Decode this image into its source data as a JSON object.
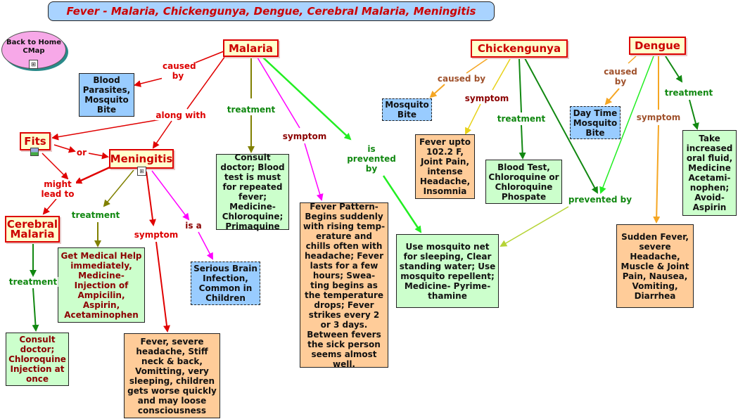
{
  "title": "Fever - Malaria, Chickengunya, Dengue, Cerebral Malaria, Meningitis",
  "home_link": "Back to Home CMap",
  "concepts": {
    "malaria": "Malaria",
    "chickengunya": "Chickengunya",
    "dengue": "Dengue",
    "fits": "Fits",
    "meningitis": "Meningitis",
    "cerebral": "Cerebral Malaria"
  },
  "nodes": {
    "blood_parasites": "Blood Parasites, Mosquito Bite",
    "consult_malaria": "Consult doctor; Blood test is must for repeated fever; Medicine- Chloroquine; Primaquine",
    "fever_pattern": "Fever Pattern- Begins suddenly with rising temp- erature and chills often with headache; Fever lasts for a few hours; Swea- ting begins as the temperature drops; Fever strikes every 2 or 3 days. Between fevers the sick person seems almost well.",
    "mosquito_net": "Use mosquito net for sleeping, Clear standing water; Use mosquito repellent; Medicine- Pyrime- thamine",
    "mosquito_bite": "Mosquito Bite",
    "chik_fever": "Fever upto 102.2 F, Joint Pain, intense Headache, Insomnia",
    "chik_treatment": "Blood Test, Chloroquine or Chloroquine Phospate",
    "day_time": "Day Time Mosquito Bite",
    "dengue_symptom": "Sudden Fever, severe Headache, Muscle & Joint Pain, Nausea, Vomiting, Diarrhea",
    "dengue_treatment": "Take increased oral fluid, Medicine Acetami- nophen; Avoid- Aspirin",
    "meningitis_treatment": "Get Medical Help immediately, Medicine- Injection of Ampicilin, Aspirin, Acetaminophen",
    "meningitis_symptom": "Fever, severe headache, Stiff neck & back, Vomitting, very sleeping, children gets worse quickly and may loose consciousness",
    "serious_brain": "Serious Brain Infection, Common in Children",
    "cerebral_treatment": "Consult doctor; Chloroquine Injection at once"
  },
  "links": {
    "caused_by_malaria": "caused by",
    "along_with": "along with",
    "treatment_malaria": "treatment",
    "symptom_malaria": "symptom",
    "is_prevented_by": "is prevented by",
    "or": "or",
    "might_lead_to": "might lead to",
    "treatment_meningitis": "treatment",
    "symptom_meningitis": "symptom",
    "is_a": "is a",
    "treatment_cerebral": "treatment",
    "caused_by_chik": "caused by",
    "symptom_chik": "symptom",
    "treatment_chik": "treatment",
    "prevented_by": "prevented by",
    "caused_by_dengue": "caused by",
    "symptom_dengue": "symptom",
    "treatment_dengue": "treatment"
  },
  "colors": {
    "red": "#e00000",
    "olive": "#808000",
    "magenta": "#ff00ff",
    "bright_green": "#22ee22",
    "dark_green": "#118811",
    "orange": "#f5a623",
    "yellow": "#e8d21a",
    "lime": "#b5d335"
  }
}
